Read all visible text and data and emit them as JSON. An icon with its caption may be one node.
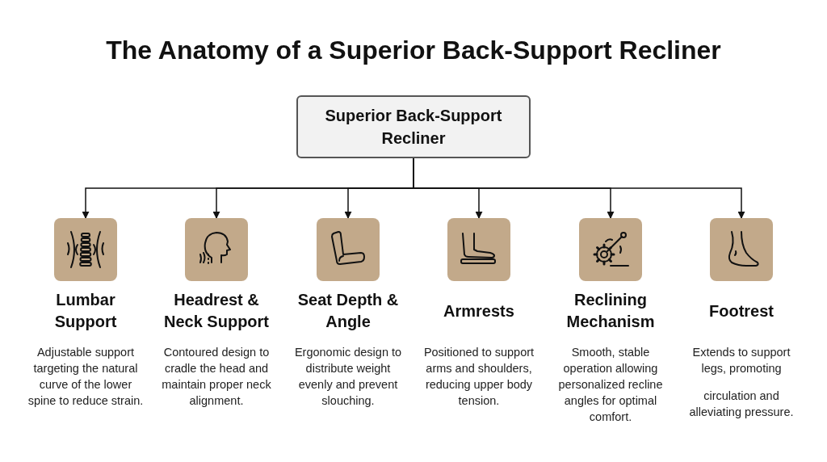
{
  "diagram": {
    "title": "The Anatomy of a Superior Back-Support Recliner",
    "nodes": [
      {
        "text": [
          "Superior Back-Support Recliner"
        ]
      },
      {
        "text": [],
        "shape": "box",
        "beside": [
          "Lumbar Support",
          "Adjustable support targeting the natural curve of the lower spine to reduce strain."
        ]
      },
      {
        "text": [],
        "shape": "box",
        "beside": [
          "Headrest & Neck Support",
          "Contoured design to cradle the head and maintain proper neck alignment."
        ]
      },
      {
        "text": [],
        "shape": "box",
        "beside": [
          "Seat Depth & Angle",
          "Ergonomic design to distribute weight evenly and prevent slouching."
        ]
      },
      {
        "text": [],
        "shape": "box",
        "beside": [
          "Armrests",
          "Positioned to support arms and shoulders, reducing upper body tension."
        ]
      },
      {
        "text": [],
        "shape": "box",
        "beside": [
          "Reclining Mechanism",
          "Smooth, stable operation allowing personalized recline angles for optimal comfort."
        ]
      },
      {
        "text": [],
        "shape": "box",
        "beside": [
          "Footrest",
          "Extends to support legs, promoting",
          "circulation and alleviating pressure."
        ]
      }
    ],
    "edges": [
      {
        "from": 0,
        "to": 1,
        "arrow": "to"
      },
      {
        "from": 0,
        "to": 2,
        "arrow": "to"
      },
      {
        "from": 0,
        "to": 3,
        "arrow": "to"
      },
      {
        "from": 0,
        "to": 4,
        "arrow": "to"
      },
      {
        "from": 0,
        "to": 5,
        "arrow": "to"
      },
      {
        "from": 0,
        "to": 6,
        "arrow": "to"
      }
    ]
  }
}
